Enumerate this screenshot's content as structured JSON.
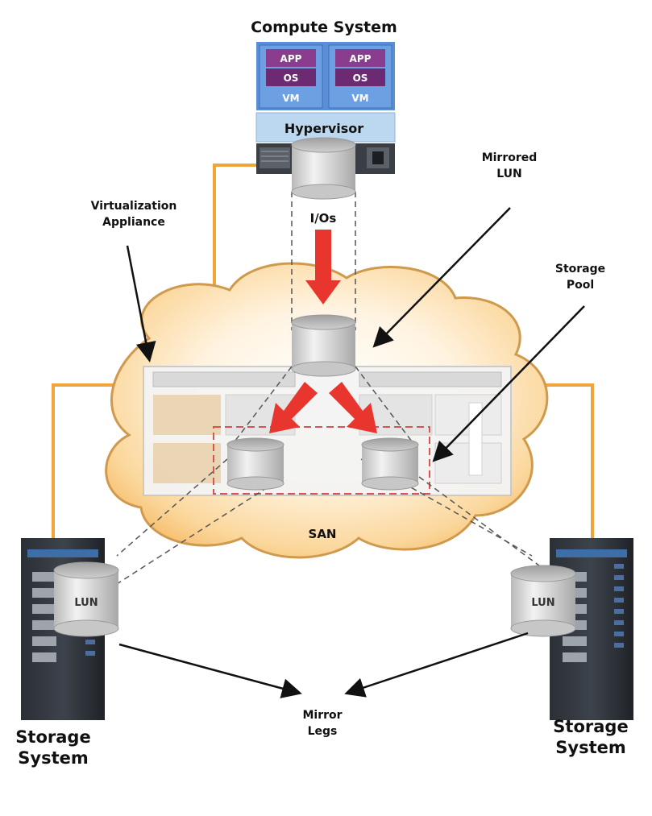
{
  "labels": {
    "compute_system": "Compute System",
    "app": "APP",
    "os": "OS",
    "vm": "VM",
    "hypervisor": "Hypervisor",
    "ios": "I/Os",
    "mirrored_lun": [
      "Mirrored",
      "LUN"
    ],
    "virtualization_appliance": [
      "Virtualization",
      "Appliance"
    ],
    "storage_pool": [
      "Storage",
      "Pool"
    ],
    "san": "SAN",
    "lun_left": "LUN",
    "lun_right": "LUN",
    "storage_system_left": [
      "Storage",
      "System"
    ],
    "storage_system_right": [
      "Storage",
      "System"
    ],
    "mirror_legs": [
      "Mirror",
      "Legs"
    ]
  },
  "colors": {
    "cable": "#f0a43c",
    "cloud_edge": "#cf9a4e",
    "arrow_red": "#e8352e",
    "app_tile": "#8a3c8e",
    "vm_tile": "#4f8ad8",
    "hypervisor": "#bcd8f0",
    "pool_dash": "#d9534f"
  }
}
